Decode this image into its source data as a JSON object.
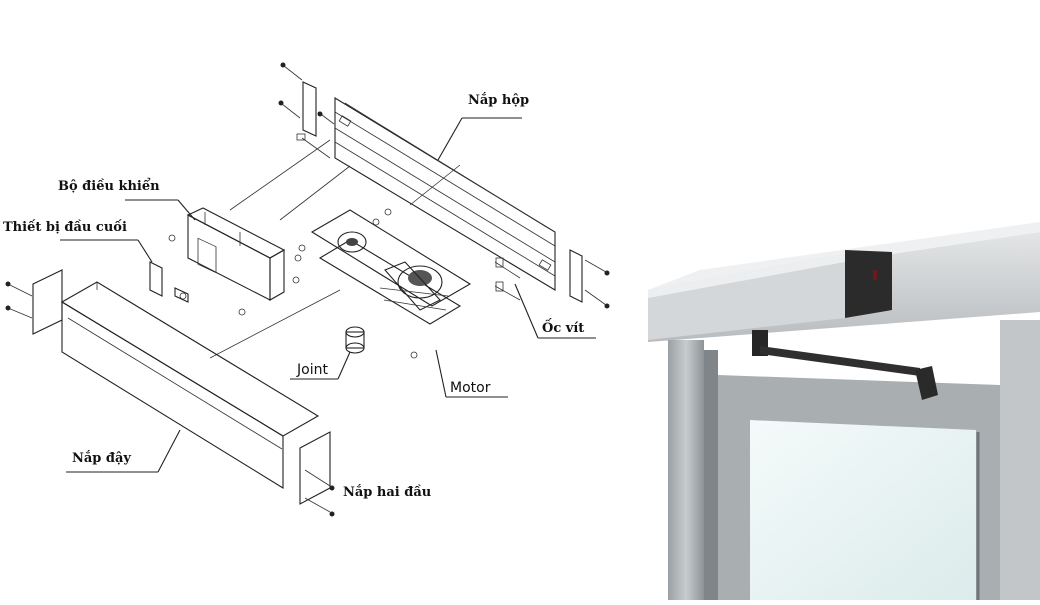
{
  "labels": {
    "nap_hop": "Nắp hộp",
    "bo_dieu_khien": "Bộ điều khiển",
    "thiet_bi_dau_cuoi": "Thiết bị đầu cuối",
    "oc_vit": "Ốc vít",
    "joint": "Joint",
    "motor": "Motor",
    "nap_day": "Nắp đậy",
    "nap_hai_dau": "Nắp hai đầu"
  },
  "colors": {
    "line": "#222222",
    "housing": "#c9ccce",
    "housing_light": "#dfe1e3",
    "frame": "#8b9094",
    "end_cap": "#2b2b2b",
    "glass": "#e8f2f2"
  }
}
